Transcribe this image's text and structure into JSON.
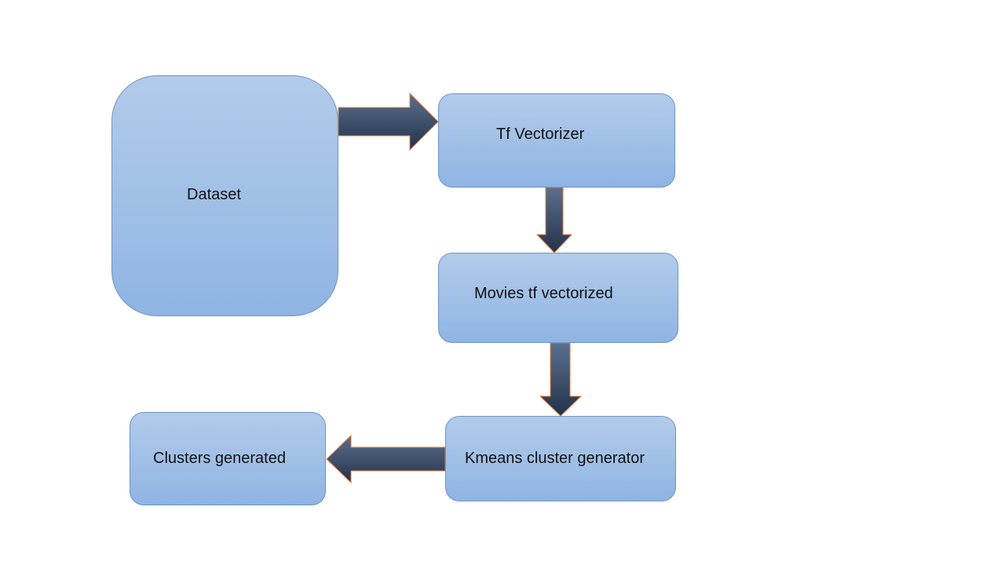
{
  "diagram": {
    "nodes": {
      "dataset": "Dataset",
      "tf_vectorizer": "Tf Vectorizer",
      "movies_tf_vectorized": "Movies tf vectorized",
      "kmeans_cluster_generator": "Kmeans cluster generator",
      "clusters_generated": "Clusters generated"
    },
    "edges": [
      {
        "from": "Dataset",
        "to": "Tf Vectorizer"
      },
      {
        "from": "Tf Vectorizer",
        "to": "Movies tf vectorized"
      },
      {
        "from": "Movies tf vectorized",
        "to": "Kmeans cluster generator"
      },
      {
        "from": "Kmeans cluster generator",
        "to": "Clusters generated"
      }
    ],
    "colors": {
      "node_fill_top": "#b2cbea",
      "node_fill_bottom": "#8fb4e3",
      "node_border": "#6f94c3",
      "arrow_fill_top": "#5b6f8f",
      "arrow_fill_bottom": "#243249",
      "arrow_outline": "#e07a3a"
    }
  }
}
